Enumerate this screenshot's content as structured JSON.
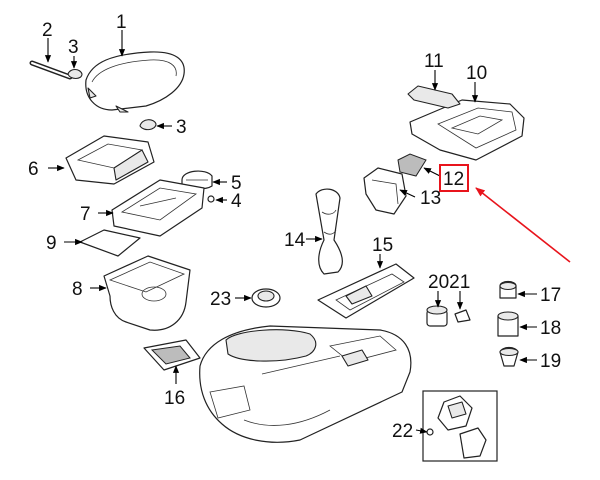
{
  "diagram": {
    "callouts": [
      {
        "id": "c1",
        "label": "1"
      },
      {
        "id": "c2",
        "label": "2"
      },
      {
        "id": "c3a",
        "label": "3"
      },
      {
        "id": "c3b",
        "label": "3"
      },
      {
        "id": "c4",
        "label": "4"
      },
      {
        "id": "c5",
        "label": "5"
      },
      {
        "id": "c6",
        "label": "6"
      },
      {
        "id": "c7",
        "label": "7"
      },
      {
        "id": "c8",
        "label": "8"
      },
      {
        "id": "c9",
        "label": "9"
      },
      {
        "id": "c10",
        "label": "10"
      },
      {
        "id": "c11",
        "label": "11"
      },
      {
        "id": "c12",
        "label": "12"
      },
      {
        "id": "c13",
        "label": "13"
      },
      {
        "id": "c14",
        "label": "14"
      },
      {
        "id": "c15",
        "label": "15"
      },
      {
        "id": "c16",
        "label": "16"
      },
      {
        "id": "c17",
        "label": "17"
      },
      {
        "id": "c18",
        "label": "18"
      },
      {
        "id": "c19",
        "label": "19"
      },
      {
        "id": "c2021",
        "label": "2021"
      },
      {
        "id": "c22",
        "label": "22"
      },
      {
        "id": "c23",
        "label": "23"
      }
    ],
    "highlight": {
      "target": "12",
      "color": "#e8141c"
    }
  }
}
